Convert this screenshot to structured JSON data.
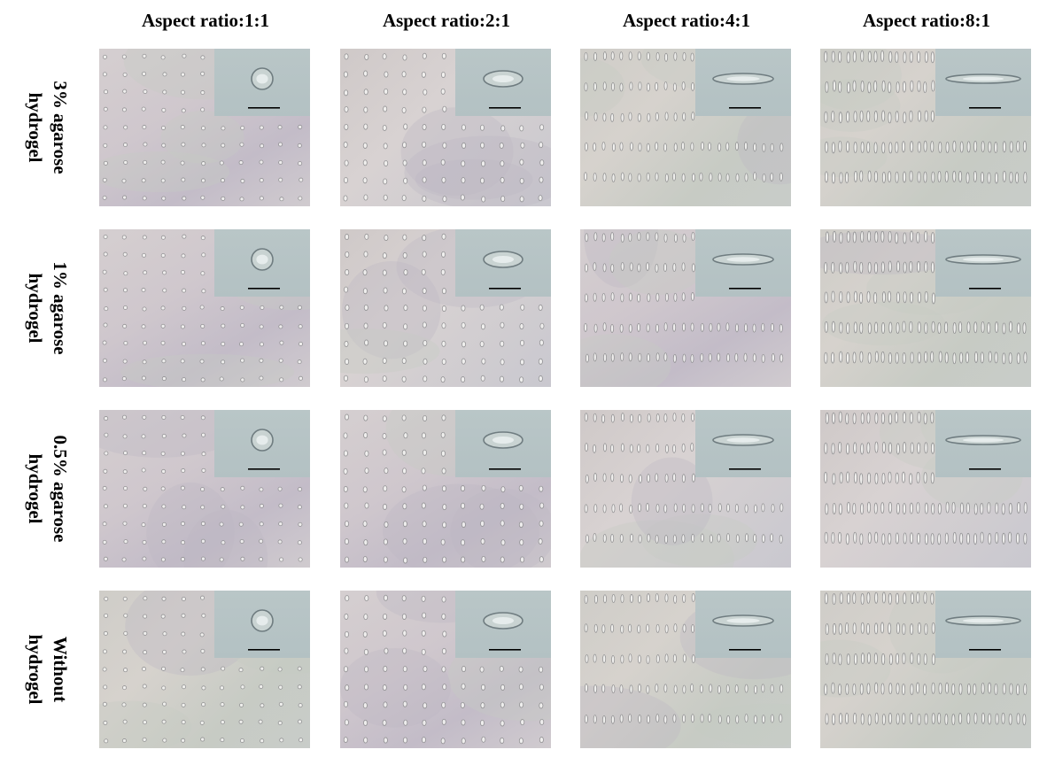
{
  "column_headers": [
    "Aspect ratio:1:1",
    "Aspect ratio:2:1",
    "Aspect ratio:4:1",
    "Aspect ratio:8:1"
  ],
  "rows": [
    {
      "label_line1": "3% agarose",
      "label_line2": "hydrogel"
    },
    {
      "label_line1": "1% agarose",
      "label_line2": "hydrogel"
    },
    {
      "label_line1": "0.5% agarose",
      "label_line2": "hydrogel"
    },
    {
      "label_line1": "Without",
      "label_line2": "hydrogel"
    }
  ],
  "colors": {
    "panel_base": "#d2cccc",
    "inset_base": "#b7c4c6",
    "scale_bar": "#000000",
    "text": "#000000"
  },
  "panel_content": "phase-contrast micrographs of micropatterned cell arrays with single-cell inset and scale bar"
}
